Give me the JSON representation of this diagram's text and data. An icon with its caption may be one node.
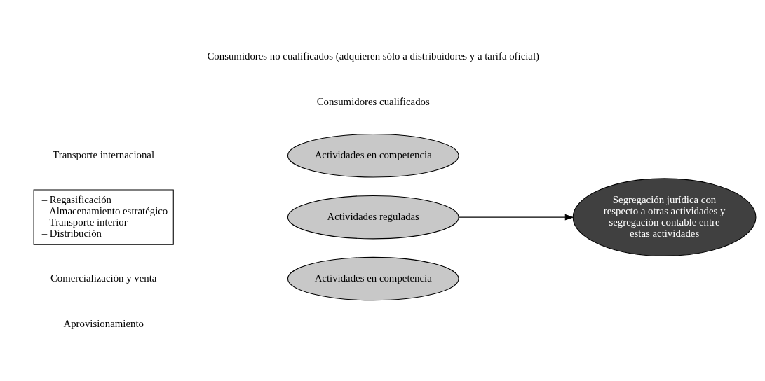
{
  "diagram": {
    "nodes": [
      {
        "text": [
          "Actividades en competencia"
        ]
      },
      {
        "text": [
          "– Regasificación",
          "– Almacenamiento estratégico",
          "– Transporte interior",
          "– Distribución"
        ]
      },
      {
        "text": [
          "Actividades reguladas"
        ]
      },
      {
        "text": [
          "Segregación jurídica con respecto a otras actividades y segregación contable entre estas actividades"
        ]
      },
      {
        "text": [
          "Actividades en competencia"
        ]
      }
    ],
    "edges": [
      {
        "from": 2,
        "to": 3,
        "arrow": "to"
      }
    ],
    "labels": [
      "Aprovisionamiento",
      "Transporte internacional",
      "Comercialización y venta",
      "Consumidores cualificados",
      "Consumidores no cualificados (adquieren sólo a distribuidores y a tarifa oficial)"
    ]
  }
}
